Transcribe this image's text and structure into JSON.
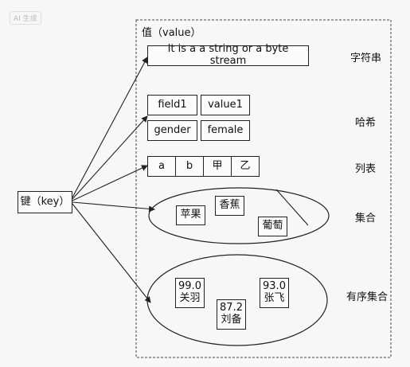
{
  "watermark": "AI 生成",
  "container_title": "值（value）",
  "key_label": "键（key）",
  "string_value": "It is a a string or a byte stream",
  "hash": {
    "rows": [
      {
        "field": "field1",
        "value": "value1"
      },
      {
        "field": "gender",
        "value": "female"
      }
    ]
  },
  "list_items": [
    "a",
    "b",
    "甲",
    "乙"
  ],
  "set_items": [
    "苹果",
    "香蕉",
    "葡萄"
  ],
  "zset_items": [
    {
      "score": "99.0",
      "member": "关羽"
    },
    {
      "score": "87.2",
      "member": "刘备"
    },
    {
      "score": "93.0",
      "member": "张飞"
    }
  ],
  "type_labels": {
    "string": "字符串",
    "hash": "哈希",
    "list": "列表",
    "set": "集合",
    "zset": "有序集合"
  }
}
